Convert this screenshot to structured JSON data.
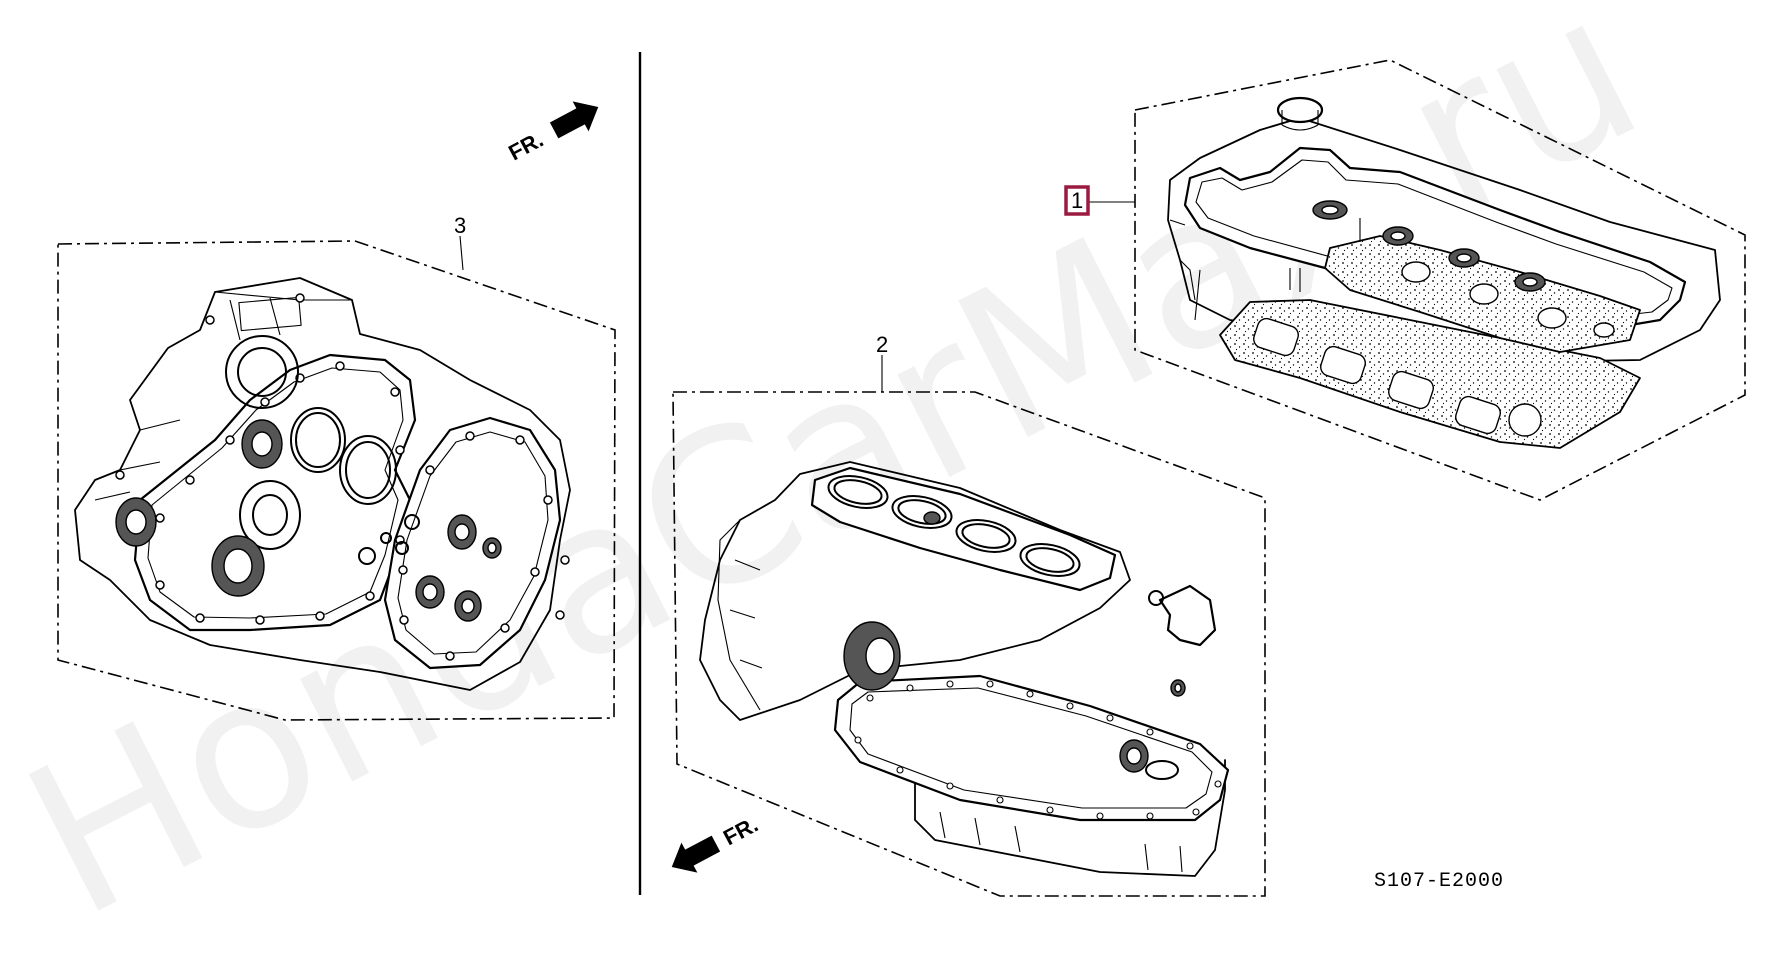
{
  "diagram": {
    "watermark": "HondaCarMax.ru",
    "drawing_code": "S107-E2000",
    "direction_label_top": "FR.",
    "direction_label_bottom": "FR.",
    "callouts": [
      {
        "id": "1",
        "text": "1",
        "highlighted": true,
        "highlight_color": "#9b1b40"
      },
      {
        "id": "2",
        "text": "2",
        "highlighted": false
      },
      {
        "id": "3",
        "text": "3",
        "highlighted": false
      }
    ],
    "icons": [
      "direction-arrow-icon",
      "oil-seal-icon",
      "o-ring-icon"
    ]
  }
}
